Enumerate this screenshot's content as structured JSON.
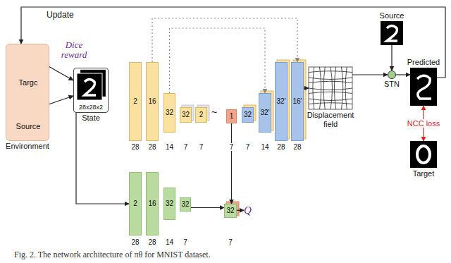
{
  "diagram": {
    "caption": "Fig. 2. The network architecture of πθ for MNIST dataset.",
    "nodes": [
      {
        "text": [
          "Environment"
        ]
      },
      {
        "text": [
          "Targc"
        ],
        "in": 0
      },
      {
        "text": [
          "Source"
        ],
        "in": 0
      },
      {
        "text": [
          "28x28x2",
          "State"
        ]
      },
      {
        "text": [
          "2",
          "28"
        ]
      },
      {
        "text": [
          "16",
          "28"
        ]
      },
      {
        "text": [
          "32",
          "14"
        ]
      },
      {
        "text": [
          "32",
          "7"
        ]
      },
      {
        "text": [
          "2",
          "7"
        ]
      },
      {
        "text": [
          "1",
          "7"
        ]
      },
      {
        "text": [
          "32",
          "7"
        ]
      },
      {
        "text": [
          "32'",
          "14"
        ]
      },
      {
        "text": [
          "32'",
          "28"
        ]
      },
      {
        "text": [
          "16'",
          "28"
        ]
      },
      {
        "text": [
          "Displacement field"
        ]
      },
      {
        "text": [
          "Source"
        ]
      },
      {
        "text": [
          "STN"
        ]
      },
      {
        "text": [
          "Predicted"
        ]
      },
      {
        "text": [
          "Target"
        ]
      },
      {
        "text": [
          "2",
          "28"
        ]
      },
      {
        "text": [
          "16",
          "28"
        ]
      },
      {
        "text": [
          "32",
          "14"
        ]
      },
      {
        "text": [
          "32",
          "7"
        ]
      },
      {
        "text": [
          "32",
          "7"
        ]
      },
      {
        "text": [
          "Q"
        ]
      }
    ],
    "edges": [
      {
        "from": 1,
        "to": 3,
        "arrow": "to"
      },
      {
        "from": 2,
        "to": 3,
        "arrow": "to"
      },
      {
        "from": 5,
        "to": 13,
        "arrow": "to"
      },
      {
        "from": 6,
        "to": 11,
        "arrow": "to"
      },
      {
        "from": 13,
        "to": 14,
        "arrow": "to"
      },
      {
        "from": 14,
        "to": 16,
        "arrow": "to"
      },
      {
        "from": 15,
        "to": 16,
        "arrow": "to"
      },
      {
        "from": 16,
        "to": 17,
        "arrow": "to"
      },
      {
        "from": 17,
        "to": 18,
        "label": "NCC loss",
        "arrow": "both"
      },
      {
        "from": 17,
        "to": 0,
        "arrow": "to"
      },
      {
        "from": 3,
        "to": 19,
        "arrow": "to"
      },
      {
        "from": 22,
        "to": 23,
        "arrow": "to"
      },
      {
        "from": 9,
        "to": 23,
        "arrow": "to"
      },
      {
        "from": 23,
        "to": 24,
        "arrow": "to"
      }
    ],
    "labels": [
      "Update",
      "Dice reward",
      "~"
    ]
  }
}
